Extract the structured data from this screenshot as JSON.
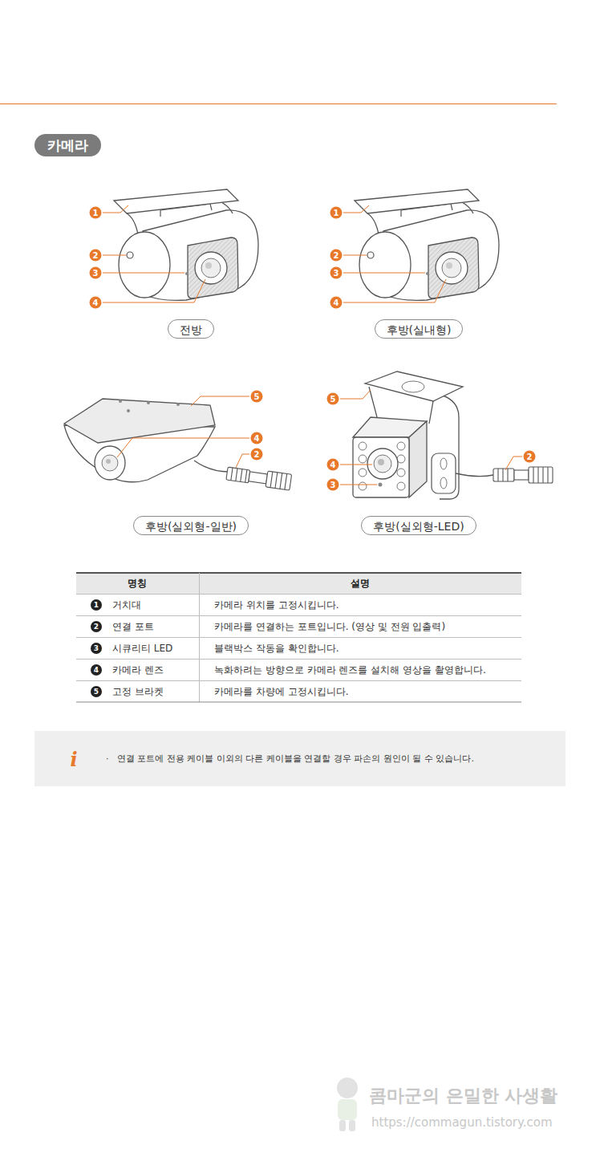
{
  "diagram": {
    "title": "카메라",
    "nodes": [
      {
        "text": [
          "전방"
        ]
      },
      {
        "text": [
          "후방(실내형)"
        ]
      },
      {
        "text": [
          "후방(실외형-일반)"
        ]
      },
      {
        "text": [
          "후방(실외형-LED)"
        ]
      },
      {
        "text": [
          "연결 포트에 전용 케이블 이외의 다른 케이블을 연결할 경우 파손의 원인이 될 수 있습니다."
        ]
      }
    ],
    "labels": [
      "1",
      "2",
      "3",
      "4",
      "1",
      "2",
      "3",
      "4",
      "5",
      "4",
      "2",
      "5",
      "4",
      "3",
      "2",
      "명칭",
      "설명",
      "1",
      "거치대",
      "카메라 위치를 고정시킵니다.",
      "2",
      "연결 포트",
      "카메라를 연결하는 포트입니다. (영상 및 전원 입출력)",
      "3",
      "시큐리티 LED",
      "블랙박스 작동을 확인합니다.",
      "4",
      "카메라 렌즈",
      "녹화하려는 방향으로 카메라 렌즈를 설치해 영상을 촬영합니다.",
      "5",
      "고정 브라켓",
      "카메라를 차량에 고정시킵니다.",
      "i",
      "·",
      "콤마군의 은밀한 사생활",
      "https://commagun.tistory.com"
    ]
  }
}
